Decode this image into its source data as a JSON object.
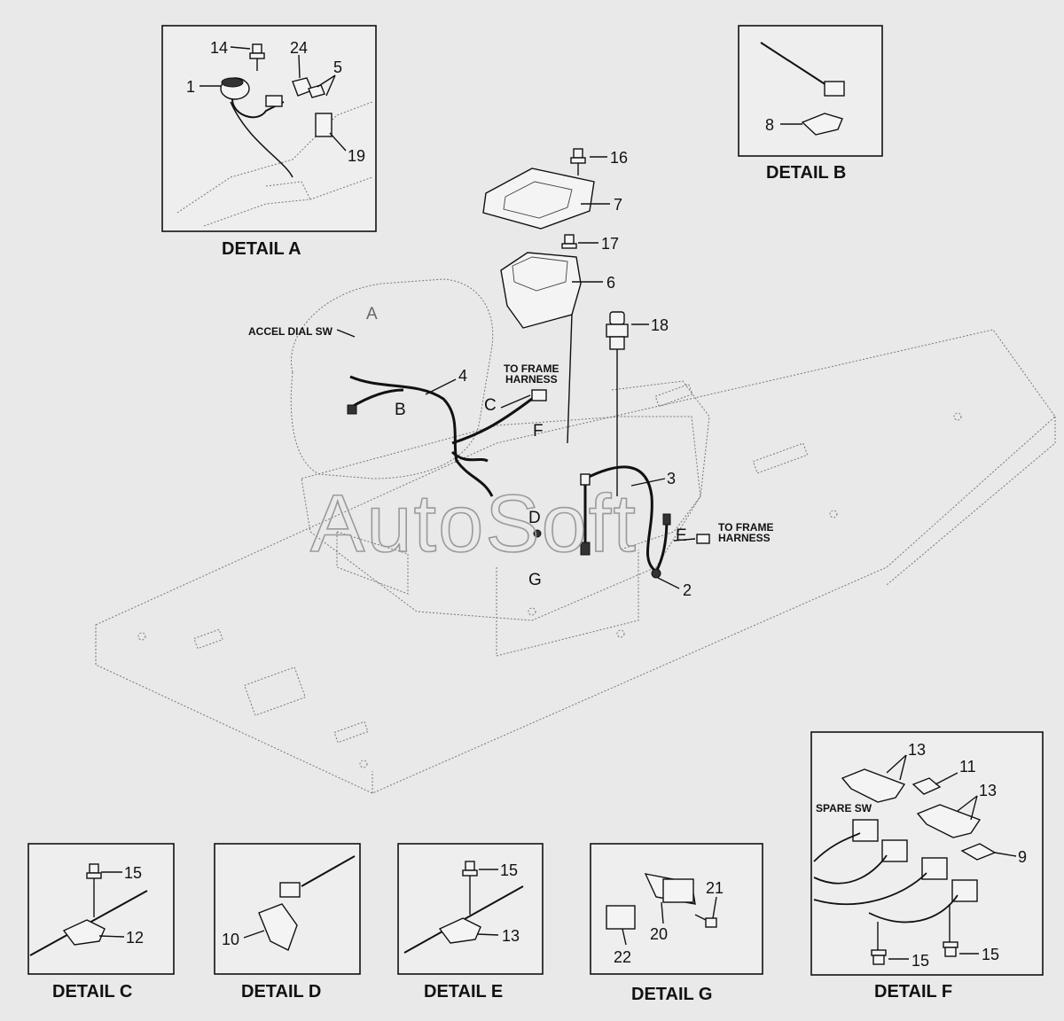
{
  "watermark": "AutoSoft",
  "main_labels": {
    "accel_dial_sw": "ACCEL DIAL SW",
    "to_frame_harness_upper_1": "TO FRAME",
    "to_frame_harness_upper_2": "HARNESS",
    "to_frame_harness_lower_1": "TO FRAME",
    "to_frame_harness_lower_2": "HARNESS",
    "zone_a": "A",
    "zone_b": "B",
    "zone_c": "C",
    "zone_d": "D",
    "zone_e": "E",
    "zone_f": "F",
    "zone_g": "G"
  },
  "main_callouts": {
    "p2": "2",
    "p3": "3",
    "p4": "4",
    "p6": "6",
    "p7": "7",
    "p16": "16",
    "p17": "17",
    "p18": "18"
  },
  "detail_a": {
    "caption": "DETAIL A",
    "c1": "1",
    "c5": "5",
    "c14": "14",
    "c19": "19",
    "c24": "24"
  },
  "detail_b": {
    "caption": "DETAIL B",
    "c8": "8"
  },
  "detail_c": {
    "caption": "DETAIL C",
    "c12": "12",
    "c15": "15"
  },
  "detail_d": {
    "caption": "DETAIL D",
    "c10": "10"
  },
  "detail_e": {
    "caption": "DETAIL E",
    "c13": "13",
    "c15": "15"
  },
  "detail_g": {
    "caption": "DETAIL G",
    "c20": "20",
    "c21": "21",
    "c22": "22"
  },
  "detail_f": {
    "caption": "DETAIL F",
    "spare_sw": "SPARE SW",
    "c9": "9",
    "c11": "11",
    "c13a": "13",
    "c13b": "13",
    "c15a": "15",
    "c15b": "15"
  }
}
